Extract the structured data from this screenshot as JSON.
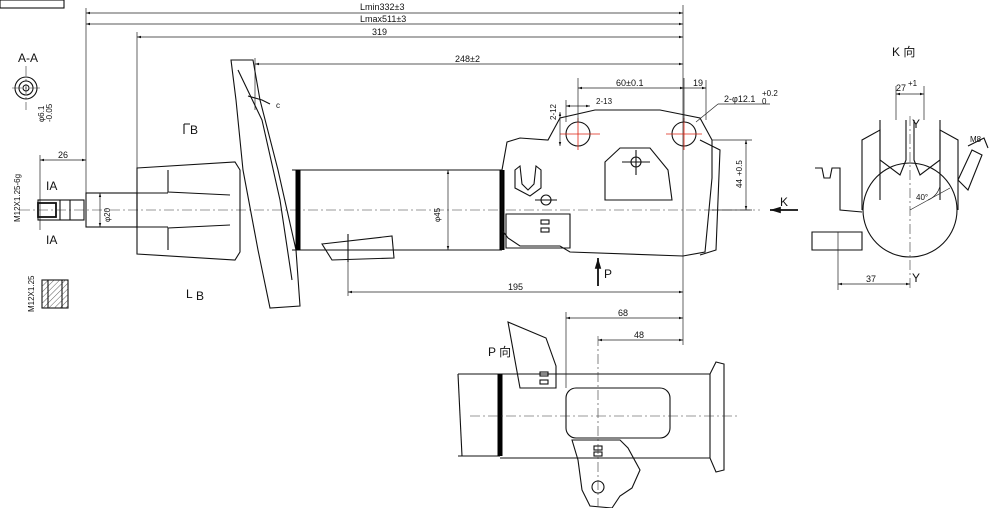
{
  "header_box": "",
  "dimensions": {
    "lmin": "Lmin332±3",
    "lmax": "Lmax511±3",
    "d319": "319",
    "d248": "248±2",
    "d60": "60±0.1",
    "d19": "19",
    "d2_12": "2-12",
    "d2_13": "2-13",
    "d2_phi": "2-φ12.1",
    "d2_phi_tol_top": "+0.2",
    "d2_phi_tol_bot": "0",
    "d26": "26",
    "d20": "φ20",
    "d45": "φ45",
    "d44": "44",
    "d44_tol": "+0.5",
    "d195": "195",
    "d68": "68",
    "d48": "48",
    "d27": "27",
    "d27_tol": "+1",
    "d37": "37",
    "d40": "40°",
    "thread_main": "M12X1.25-6g",
    "thread_nut": "M12X1.25",
    "aa_dim": "φ6.1",
    "aa_tol": "-0.05"
  },
  "labels": {
    "section_aa": "A-A",
    "section_b_top": "B",
    "section_b_bot": "B",
    "section_l_bot": "L",
    "ia_top": "IA",
    "ia_bot": "IA",
    "view_k": "K 向",
    "view_p": "P 向",
    "arrow_k": "K",
    "arrow_p": "P",
    "y_top": "Y",
    "y_bot": "Y",
    "m8": "M8",
    "c_mark": "c"
  }
}
